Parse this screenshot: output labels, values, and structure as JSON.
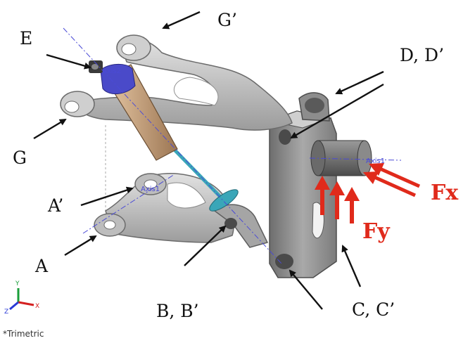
{
  "labels": {
    "g_prime": "G’",
    "e": "E",
    "d_dprime": "D, D’",
    "g": "G",
    "a_prime": "A’",
    "a": "A",
    "b_bprime": "B, B’",
    "c_cprime": "C, C’"
  },
  "forces": {
    "fx": "Fx",
    "fy": "Fy"
  },
  "axis_tags": {
    "axis1": "Axis1",
    "axis_lower": "Axis1",
    "axis_upper": "Axis2"
  },
  "triad": {
    "x": "X",
    "y": "Y",
    "z": "Z"
  },
  "view_name": "*Trimetric",
  "colors": {
    "part_gray": "#bcbcbc",
    "part_dark": "#7a7a7a",
    "axis_blue": "#4b4bd6",
    "force_red": "#e02a1b",
    "shock_body": "#c9a27a",
    "shock_cap": "#4a4ac9",
    "rod_teal": "#3aa6b8"
  }
}
